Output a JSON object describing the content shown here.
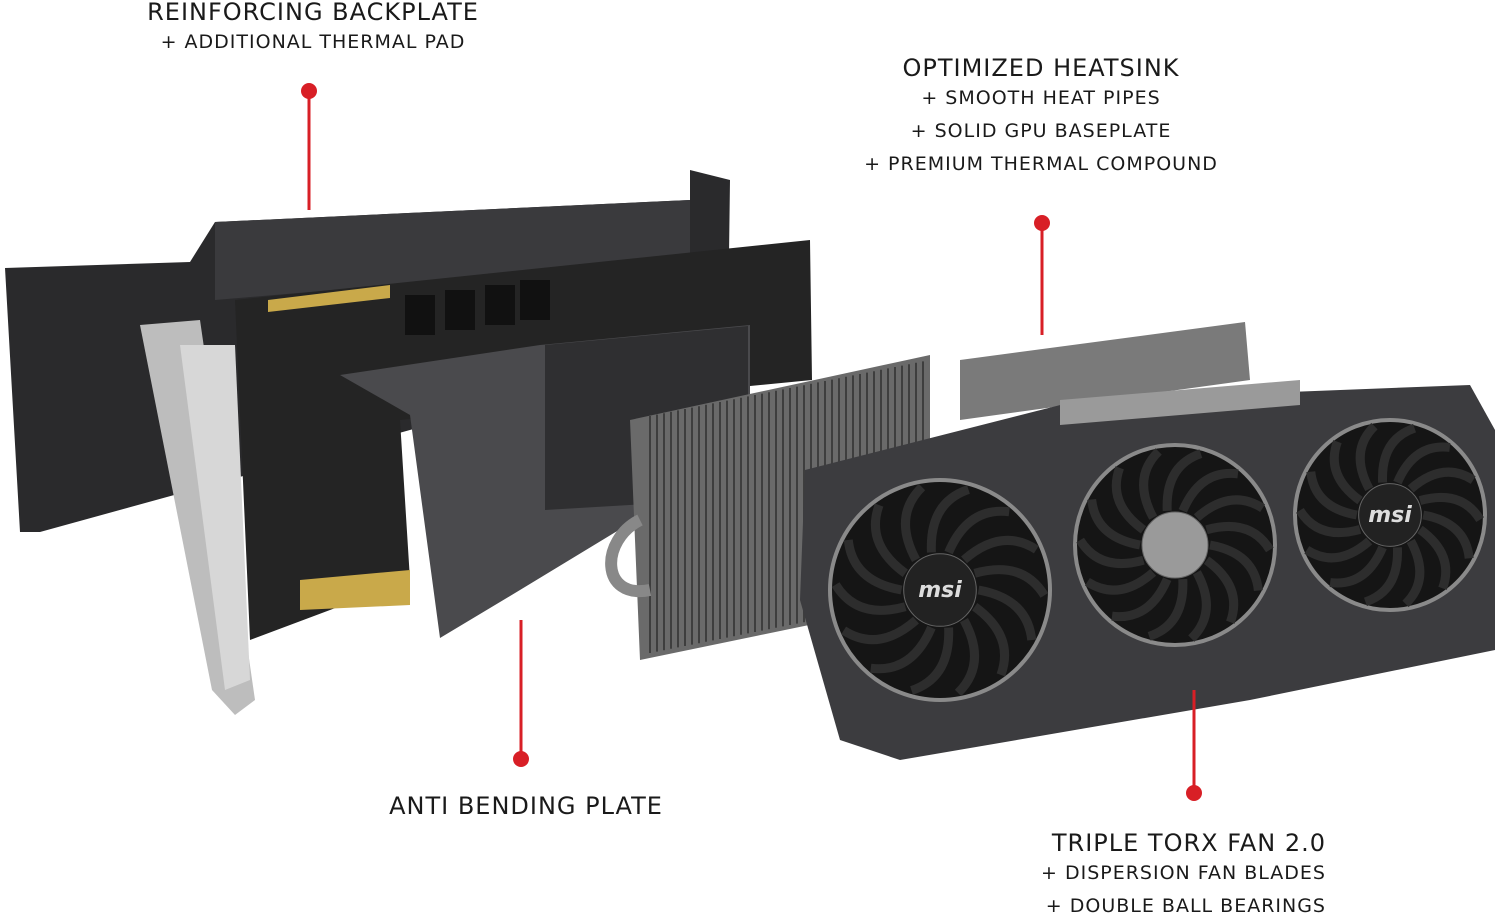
{
  "callouts": {
    "backplate": {
      "title": "REINFORCING BACKPLATE",
      "features": [
        "+ ADDITIONAL THERMAL PAD"
      ]
    },
    "heatsink": {
      "title": "OPTIMIZED HEATSINK",
      "features": [
        "+ SMOOTH HEAT PIPES",
        "+ SOLID GPU BASEPLATE",
        "+ PREMIUM THERMAL COMPOUND"
      ]
    },
    "plate": {
      "title": "ANTI BENDING PLATE",
      "features": []
    },
    "fan": {
      "title": "TRIPLE TORX FAN 2.0",
      "features": [
        "+ DISPERSION FAN BLADES",
        "+ DOUBLE BALL BEARINGS"
      ]
    }
  },
  "brand_logo": "msi",
  "colors": {
    "accent": "#d81f26",
    "text": "#1a1a1a",
    "background": "#ffffff"
  }
}
